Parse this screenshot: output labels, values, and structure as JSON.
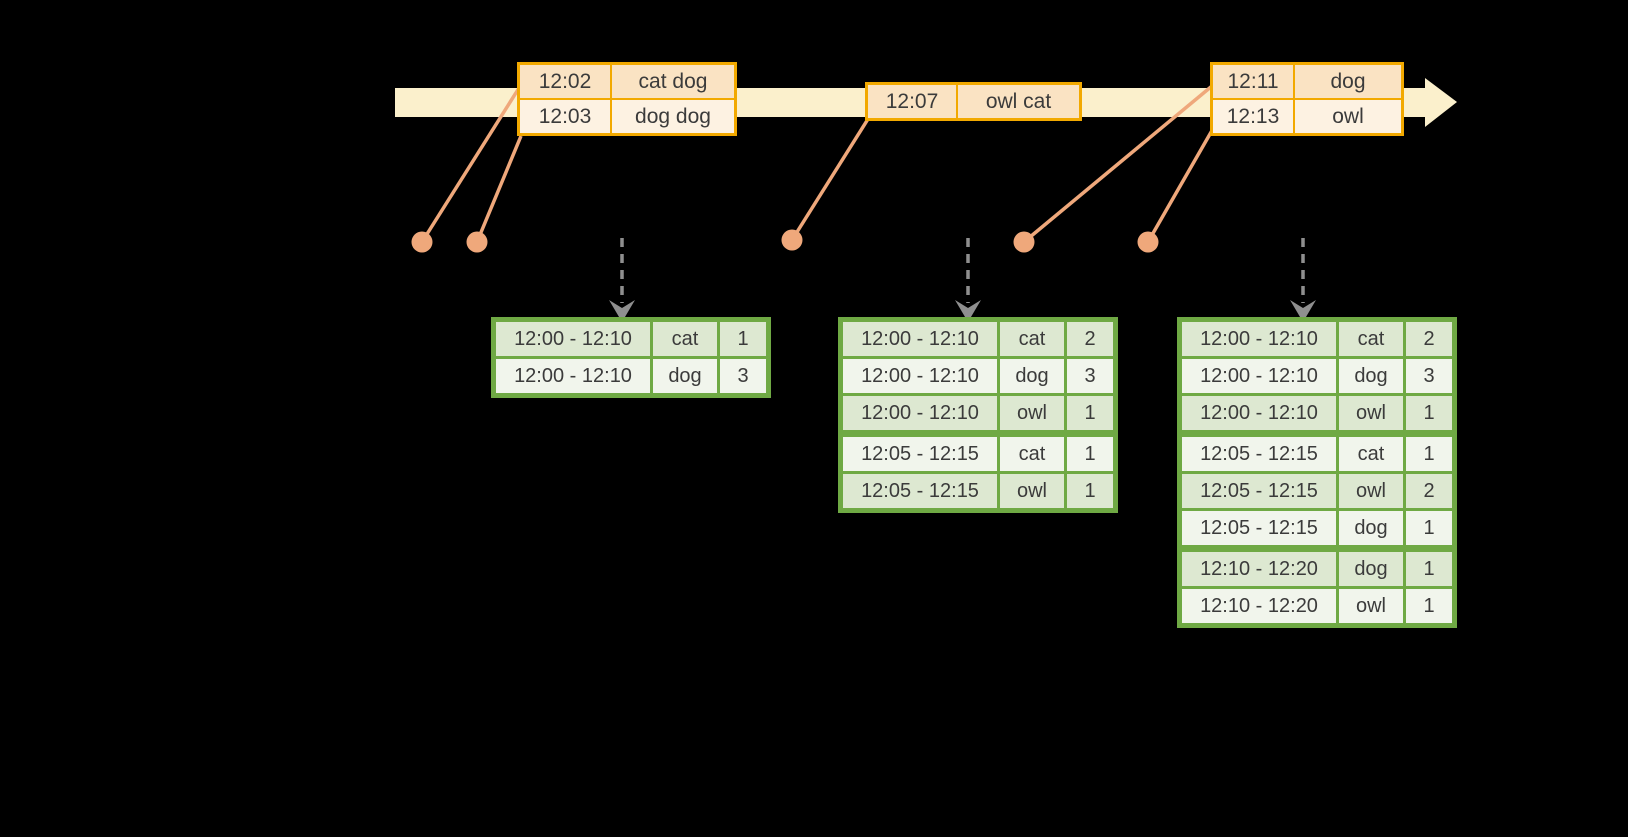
{
  "colors": {
    "background": "#000000",
    "timeline_band": "#fbf0cc",
    "event_border": "#f2a900",
    "event_row_odd": "#fae3c3",
    "event_row_even": "#fdf2e2",
    "connector": "#efa87b",
    "arrow_gray": "#8f8f8f",
    "result_border": "#6fa944",
    "result_row_odd": "#dde8d1",
    "result_row_even": "#f1f5ec",
    "text": "#3b3b3b"
  },
  "event_tables": [
    {
      "name": "events-1",
      "rows": [
        {
          "time": "12:02",
          "words": "cat dog"
        },
        {
          "time": "12:03",
          "words": "dog dog"
        }
      ]
    },
    {
      "name": "events-2",
      "rows": [
        {
          "time": "12:07",
          "words": "owl cat"
        }
      ]
    },
    {
      "name": "events-3",
      "rows": [
        {
          "time": "12:11",
          "words": "dog"
        },
        {
          "time": "12:13",
          "words": "owl"
        }
      ]
    }
  ],
  "result_tables": [
    {
      "name": "results-1",
      "rows": [
        {
          "window": "12:00 - 12:10",
          "word": "cat",
          "count": "1"
        },
        {
          "window": "12:00 - 12:10",
          "word": "dog",
          "count": "3"
        }
      ]
    },
    {
      "name": "results-2",
      "rows": [
        {
          "window": "12:00 - 12:10",
          "word": "cat",
          "count": "2"
        },
        {
          "window": "12:00 - 12:10",
          "word": "dog",
          "count": "3"
        },
        {
          "window": "12:00 - 12:10",
          "word": "owl",
          "count": "1"
        },
        {
          "window": "12:05 - 12:15",
          "word": "cat",
          "count": "1"
        },
        {
          "window": "12:05 - 12:15",
          "word": "owl",
          "count": "1"
        }
      ]
    },
    {
      "name": "results-3",
      "rows": [
        {
          "window": "12:00 - 12:10",
          "word": "cat",
          "count": "2"
        },
        {
          "window": "12:00 - 12:10",
          "word": "dog",
          "count": "3"
        },
        {
          "window": "12:00 - 12:10",
          "word": "owl",
          "count": "1"
        },
        {
          "window": "12:05 - 12:15",
          "word": "cat",
          "count": "1"
        },
        {
          "window": "12:05 - 12:15",
          "word": "owl",
          "count": "2"
        },
        {
          "window": "12:05 - 12:15",
          "word": "dog",
          "count": "1"
        },
        {
          "window": "12:10 - 12:20",
          "word": "dog",
          "count": "1"
        },
        {
          "window": "12:10 - 12:20",
          "word": "owl",
          "count": "1"
        }
      ]
    }
  ]
}
